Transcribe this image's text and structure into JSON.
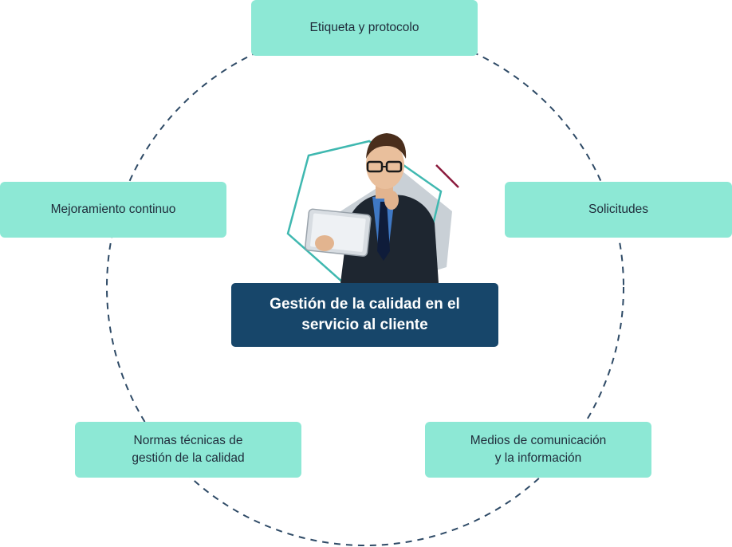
{
  "diagram": {
    "center": {
      "title": "Gestión de la calidad en el\nservicio al cliente"
    },
    "nodes": {
      "top": "Etiqueta y protocolo",
      "left": "Mejoramiento continuo",
      "right": "Solicitudes",
      "bottom_left": "Normas técnicas de\ngestión de la calidad",
      "bottom_right": "Medios de comunicación\ny la información"
    },
    "colors": {
      "node_fill": "#8de8d5",
      "center_fill": "#17466a",
      "ring_stroke": "#2e4a66",
      "accent_teal": "#3fb8b0",
      "accent_maroon": "#8b1a3c"
    },
    "icons": {
      "portrait": "businessman-with-tablet"
    }
  }
}
